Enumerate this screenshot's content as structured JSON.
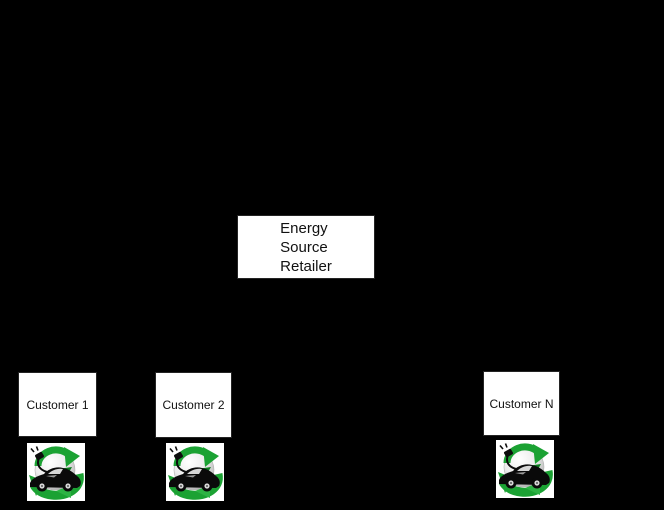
{
  "colors": {
    "background": "#000000",
    "box-fill": "#ffffff",
    "box-border": "#242424",
    "box-text": "#111111",
    "icon-green": "#1ba233",
    "icon-green-dark": "#0c7a1e",
    "icon-green-light": "#2db344",
    "icon-car": "#0a0a0a",
    "icon-sphere-edge": "#a8a8a8"
  },
  "diagram": {
    "retailer": {
      "line1": "Energy",
      "line2": "Source",
      "line3": "Retailer"
    },
    "customers": [
      {
        "label": "Customer 1"
      },
      {
        "label": "Customer 2"
      },
      {
        "label": "Customer N"
      }
    ],
    "icon_name": "ev-car-recycling-icon"
  }
}
